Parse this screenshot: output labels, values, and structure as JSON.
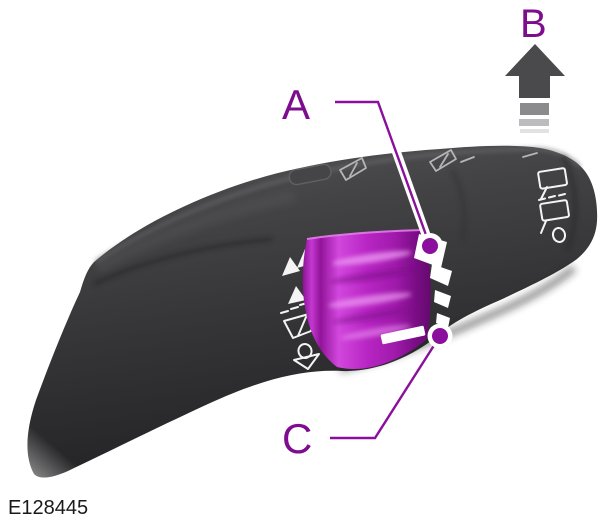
{
  "figure": {
    "code": "E128445",
    "subject": "Wiper control stalk technical illustration"
  },
  "callouts": {
    "a": {
      "label": "A",
      "points_to": "rotary-collar-position-indicator-top"
    },
    "b": {
      "label": "B",
      "points_to": "stalk-push-direction-up"
    },
    "c": {
      "label": "C",
      "points_to": "rotary-collar-position-indicator-bottom"
    }
  },
  "colors": {
    "label_purple": "#7D0D8E",
    "line_purple": "#8A0F9C",
    "collar_magenta": "#B524C1",
    "stalk_gray": "#39393B",
    "arrow_gray": "#4A4A4C",
    "marking_white": "#FFFFFF",
    "code_text": "#1A1A1A",
    "background": "#FFFFFF"
  },
  "icons": {
    "collar_left": [
      "wiper-high-speed-icon",
      "wiper-low-speed-icon",
      "wiper-intermittent-icon",
      "wiper-off-icon",
      "selector-pointer-icon"
    ],
    "stalk_top": [
      "washer-wipe-icon",
      "washer-wipe-icon"
    ],
    "end_cap": [
      "rear-wiper-on-icon",
      "rear-wiper-intermittent-icon",
      "rear-wiper-off-icon"
    ],
    "motion": [
      "up-arrow-icon"
    ]
  }
}
